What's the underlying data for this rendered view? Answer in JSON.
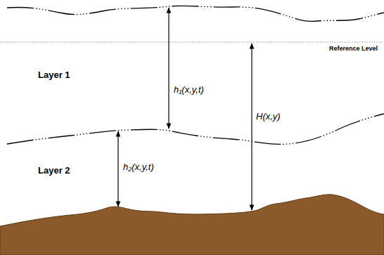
{
  "diagram": {
    "labels": [
      "Reference Level",
      "Layer 1",
      "h₁(x,y,t)",
      "H(x,y)",
      "Layer 2",
      "h₂(x,y,t)"
    ]
  }
}
